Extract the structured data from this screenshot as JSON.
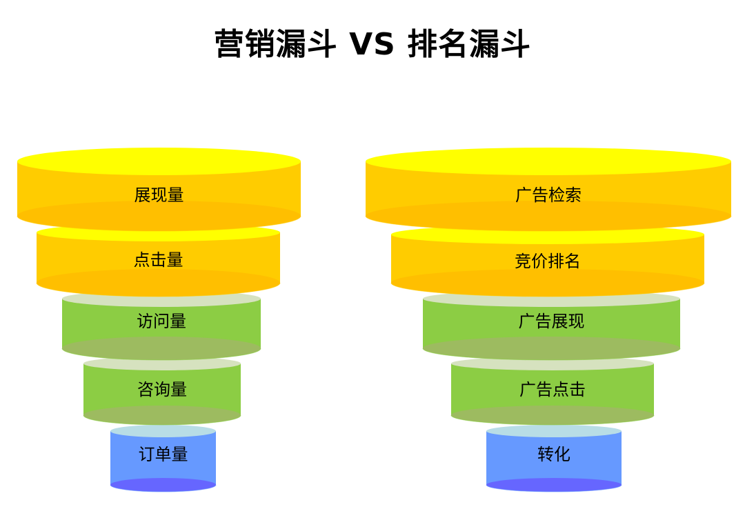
{
  "title": "营销漏斗 VS 排名漏斗",
  "colors": {
    "yellow": {
      "top": "#ffff00",
      "body": "#ffcc00",
      "bottom": "#ffbf00"
    },
    "green": {
      "top": "#d6e2bf",
      "body": "#8ccd44",
      "bottom": "#9dbb60"
    },
    "blue": {
      "top": "#b8dde6",
      "body": "#6699ff",
      "bottom": "#6666ff"
    }
  },
  "funnels": [
    {
      "name": "marketing-funnel",
      "levels": [
        {
          "label": "展现量",
          "color": "yellow"
        },
        {
          "label": "点击量",
          "color": "yellow"
        },
        {
          "label": "访问量",
          "color": "green"
        },
        {
          "label": "咨询量",
          "color": "green"
        },
        {
          "label": "订单量",
          "color": "blue"
        }
      ]
    },
    {
      "name": "ranking-funnel",
      "levels": [
        {
          "label": "广告检索",
          "color": "yellow"
        },
        {
          "label": "竞价排名",
          "color": "yellow"
        },
        {
          "label": "广告展现",
          "color": "green"
        },
        {
          "label": "广告点击",
          "color": "green"
        },
        {
          "label": "转化",
          "color": "blue"
        }
      ]
    }
  ]
}
